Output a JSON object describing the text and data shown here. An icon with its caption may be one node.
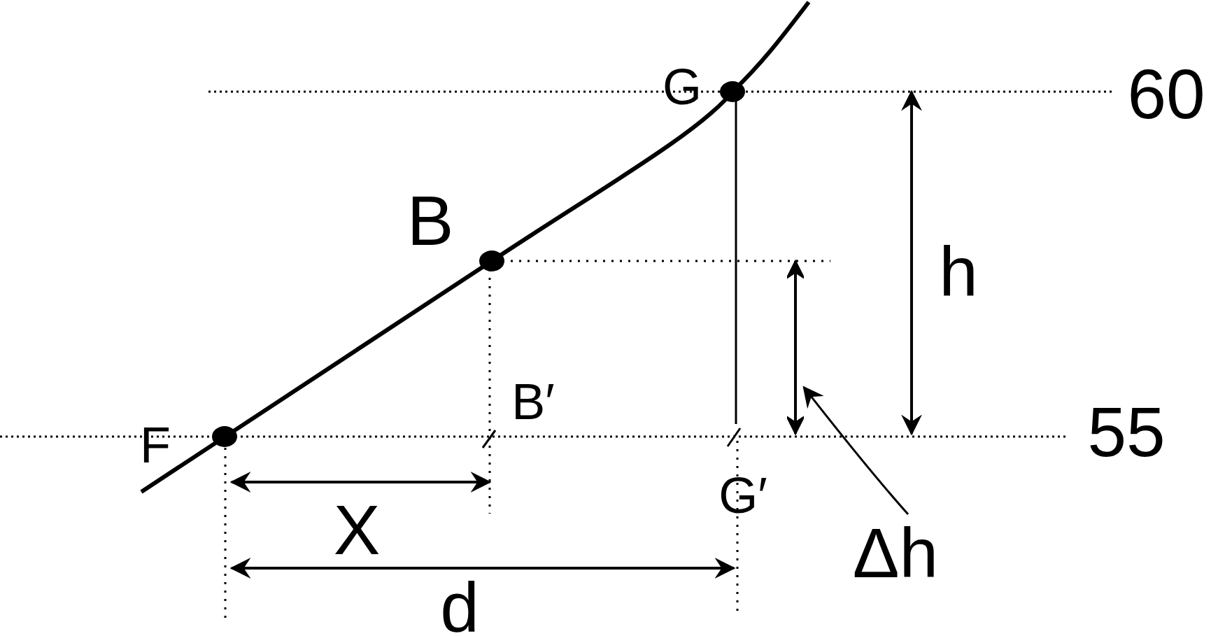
{
  "diagram": {
    "nodes": [
      {
        "text": [
          "Δh"
        ]
      },
      {
        "text": [],
        "shape": "arrow"
      }
    ],
    "edges": [
      {
        "from": 0,
        "to": 1,
        "arrow": "to"
      }
    ],
    "labels": [
      "G",
      "60",
      "B",
      "h",
      "B′",
      "F",
      "55",
      "G′",
      "X",
      "d"
    ]
  }
}
